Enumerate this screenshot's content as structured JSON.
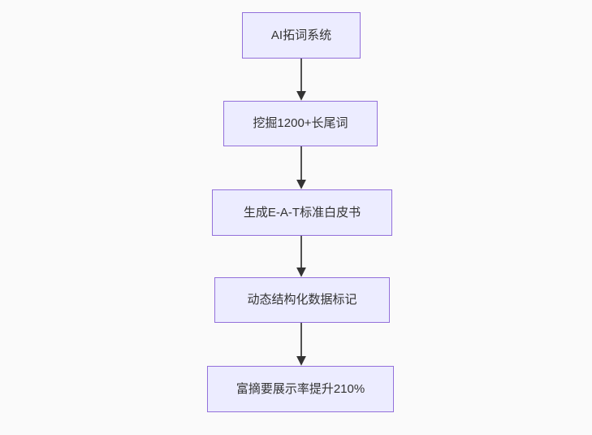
{
  "flowchart": {
    "type": "flowchart",
    "direction": "top-down",
    "nodes": [
      {
        "id": "n1",
        "label": "AI拓词系统"
      },
      {
        "id": "n2",
        "label": "挖掘1200+长尾词"
      },
      {
        "id": "n3",
        "label": "生成E-A-T标准白皮书"
      },
      {
        "id": "n4",
        "label": "动态结构化数据标记"
      },
      {
        "id": "n5",
        "label": "富摘要展示率提升210%"
      }
    ],
    "edges": [
      {
        "from": "n1",
        "to": "n2",
        "arrow": "down"
      },
      {
        "from": "n2",
        "to": "n3",
        "arrow": "down"
      },
      {
        "from": "n3",
        "to": "n4",
        "arrow": "down"
      },
      {
        "from": "n4",
        "to": "n5",
        "arrow": "down"
      }
    ],
    "colors": {
      "node_fill": "#ECECFF",
      "node_border": "#9370DB",
      "node_text": "#333333",
      "arrow": "#333333",
      "page_background": "#fafafa"
    }
  }
}
